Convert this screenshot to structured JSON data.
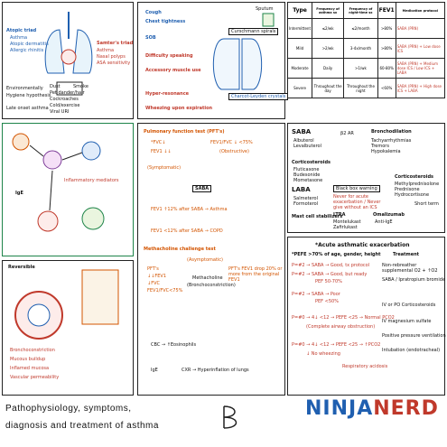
{
  "panel_topleft": {
    "atopic_triad_title": "Atopic triad",
    "atopic_items": [
      "Asthma",
      "Atopic dermatitis",
      "Allergic rhinitis"
    ],
    "samter_title": "Samter's triad",
    "samter_items": [
      "Asthma",
      "Nasal polyps",
      "ASA sensitivity"
    ],
    "triggers": [
      "Dust",
      "Smoke",
      "Pet dander/hair",
      "Cockroaches",
      "Cold/exercise",
      "Viral URI"
    ],
    "env_items": [
      "Environmentally",
      "Hygiene hypothesis",
      "Late onset asthma"
    ]
  },
  "panel_symptoms": {
    "items": [
      "Cough",
      "Chest tightness",
      "SOB",
      "Difficulty speaking",
      "Accessory muscle use",
      "Hyper-resonance",
      "Wheezing upon expiration"
    ],
    "sputum_label": "Sputum",
    "curschmann": "Curschmann spirals",
    "charcot": "Charcot-Leyden crystals"
  },
  "panel_patho": {
    "label_lumen": "Reversible",
    "effects": [
      "Bronchoconstriction",
      "Mucous buildup",
      "Inflamed mucosa",
      "Vascular permeability"
    ],
    "inflammatory_label": "Inflammatory mediators",
    "ige_label": "IgE"
  },
  "panel_diagnosis": {
    "pft_title": "Pulmonary function test (PFT's)",
    "fvc_line": "*FVC↓",
    "fev1_line": "FEV1 ↓↓",
    "ratio_line": "FEV1/FVC ↓ <75%",
    "obstructive": "(Obstructive)",
    "symptomatic": "(Symptomatic)",
    "saba": "SABA",
    "asthma_branch": "FEV1 ↑12% after SABA → Asthma",
    "copd_branch": "FEV1 <12% after SABA → COPD",
    "metha_title": "Methacholine challenge test",
    "asymptomatic": "(Asymptomatic)",
    "pft_left": [
      "PFT's",
      "↓↓FEV1",
      "↓FVC",
      "FEV1/FVC<75%"
    ],
    "methacholine": "Methacholine",
    "broncho": "(Bronchoconstriction)",
    "pft_right": "PFT's FEV1 drop 20% or more from the original FEV1",
    "cbc": "CBC → ↑Eosinophils",
    "ige": "IgE",
    "cxr": "CXR → Hyperinflation of lungs"
  },
  "severity_table": {
    "headers": [
      "Type",
      "Frequency of asthma sx",
      "Frequency of night-time sx",
      "FEV1",
      "Medication protocol"
    ],
    "rows": [
      [
        "Intermittent",
        "≤2/wk",
        "≤2/month",
        ">80%",
        "SABA (PRN)"
      ],
      [
        "Mild",
        ">2/wk",
        "3-4x/month",
        ">80%",
        "SABA (PRN) + Low dose ICS"
      ],
      [
        "Moderate",
        "Daily",
        ">1/wk",
        "60-80%",
        "SABA (PRN) + Medium dose ICS / Low ICS + LABA"
      ],
      [
        "Severe",
        "Throughout the day",
        "Throughout the night",
        "<60%",
        "SABA (PRN) + High dose ICS + LABA"
      ]
    ]
  },
  "panel_drugs": {
    "saba_title": "SABA",
    "saba_items": [
      "Albuterol",
      "Levalbuterol"
    ],
    "receptor": "β2 AR",
    "bronchodilation": "Bronchodilation",
    "side_effects": [
      "Tachyarrhythmias",
      "Tremors",
      "Hypokalemia"
    ],
    "cortico_title": "Corticosteroids",
    "cortico_items": [
      "Fluticasone",
      "Budesonide",
      "Mometasone"
    ],
    "cortico_oral": [
      "Methylprednisolone",
      "Prednisone",
      "Hydrocortisone"
    ],
    "laba_title": "LABA",
    "laba_items": [
      "Salmeterol",
      "Formoterol"
    ],
    "black_box": "Black box warning",
    "laba_note": "Never for acute exacerbation / Never give without an ICS",
    "mast": "Mast cell stabilizers",
    "ltra": "LTRA",
    "ltra_items": [
      "Montelukast",
      "Zafirlukast"
    ],
    "omali": "Omalizumab",
    "omali_note": "Anti-IgE",
    "short_term": "Short term"
  },
  "panel_acute": {
    "title": "*Acute asthmatic exacerbation",
    "peef": "*PEFE >70% of age, gender, height",
    "treatment_title": "Treatment",
    "steps": [
      "SABA / Ipratropium bromide",
      "Non-rebreather supplemental O2 + ↑O2",
      "IV or PO Corticosteroids",
      "IV magnesium sulfate",
      "Positive pressure ventilation",
      "Intubation (endotracheal)"
    ],
    "flow": [
      "P=#2 → SABA → Good, tx protocol",
      "P=#2 → SABA → Good, but ready",
      "PEF 50-70%",
      "P=#2 → SABA → Poor",
      "PEF <50%",
      "P=#0 → 4↓ <12 → PEFE <25 → Normal PCO2",
      "(Complete airway obstruction)",
      "P=#0 → 4↓ <12 → PEFE <25 → ↑PCO2",
      "↓ No wheezing",
      "Respiratory acidosis"
    ]
  },
  "footer": {
    "line1": "Pathophysiology, symptoms,",
    "line2": "diagnosis and treatment of asthma",
    "logo": "Ninja Nerd"
  },
  "colors": {
    "red": "#c0392b",
    "blue": "#1f5fb0",
    "orange": "#d35400",
    "green": "#1e8449",
    "purple": "#7d3c98"
  }
}
